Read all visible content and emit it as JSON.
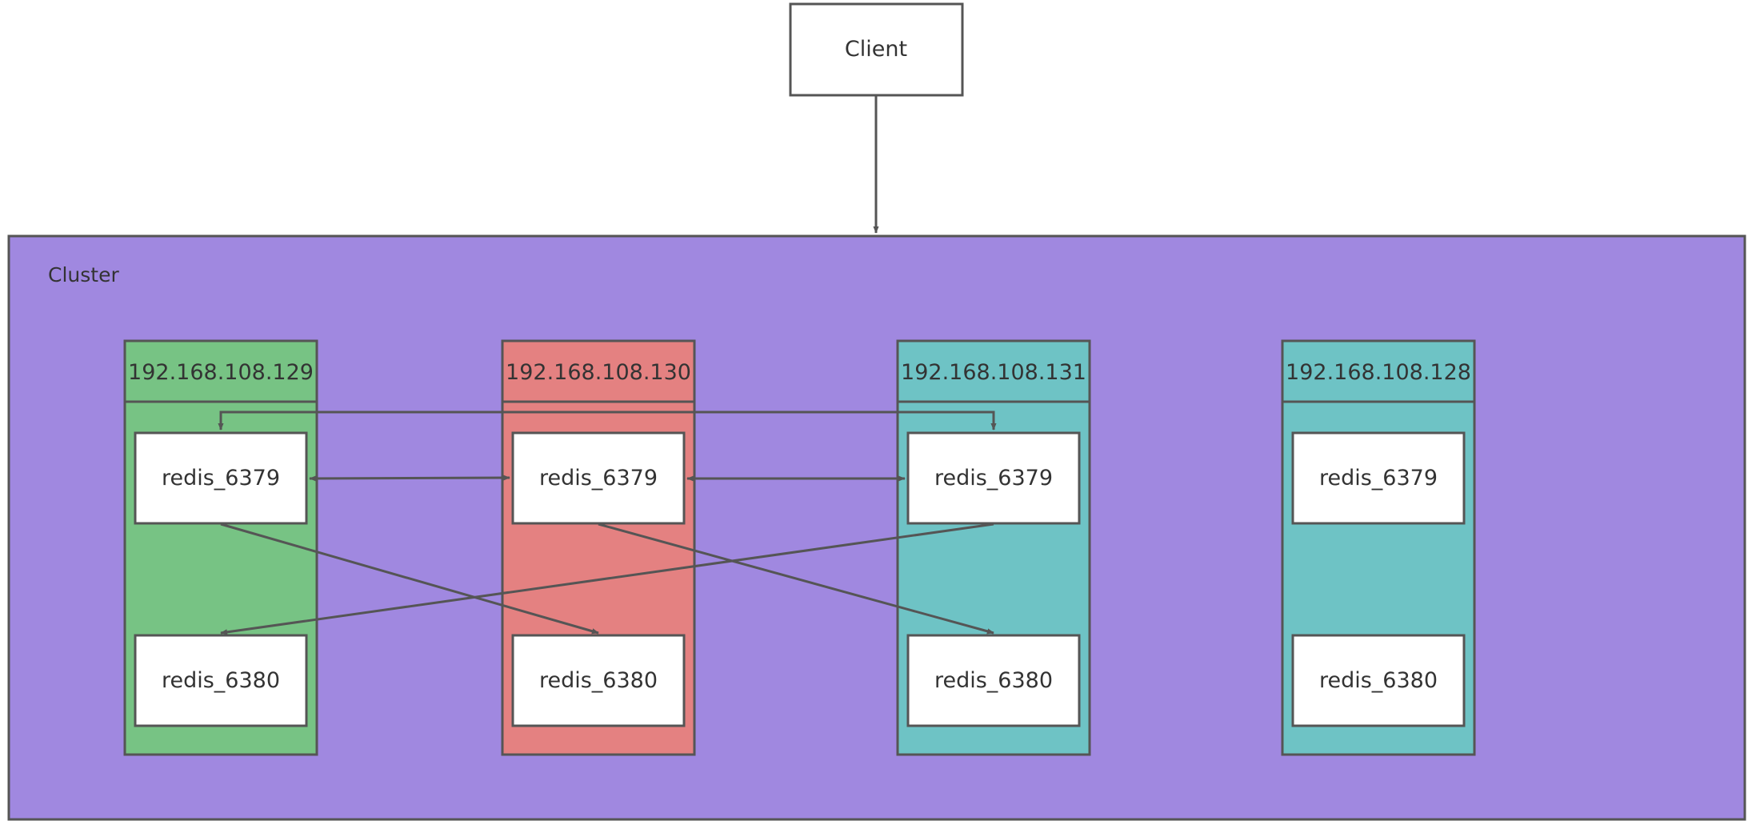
{
  "client": {
    "label": "Client"
  },
  "cluster": {
    "label": "Cluster",
    "color": "#a088e0"
  },
  "colors": {
    "stroke": "#555555",
    "node_green": "#77c384",
    "node_red": "#e48181",
    "node_teal": "#6ec3c5",
    "instance_fill": "#ffffff"
  },
  "hosts": [
    {
      "ip": "192.168.108.129",
      "color": "#77c384",
      "instances": [
        "redis_6379",
        "redis_6380"
      ]
    },
    {
      "ip": "192.168.108.130",
      "color": "#e48181",
      "instances": [
        "redis_6379",
        "redis_6380"
      ]
    },
    {
      "ip": "192.168.108.131",
      "color": "#6ec3c5",
      "instances": [
        "redis_6379",
        "redis_6380"
      ]
    },
    {
      "ip": "192.168.108.128",
      "color": "#6ec3c5",
      "instances": [
        "redis_6379",
        "redis_6380"
      ]
    }
  ],
  "edges": [
    {
      "from": "client",
      "to": "cluster",
      "direction": "forward"
    },
    {
      "from": "192.168.108.129/redis_6379",
      "to": "192.168.108.130/redis_6379",
      "direction": "both"
    },
    {
      "from": "192.168.108.130/redis_6379",
      "to": "192.168.108.131/redis_6379",
      "direction": "both"
    },
    {
      "from": "192.168.108.129/redis_6379",
      "to": "192.168.108.131/redis_6379",
      "direction": "both"
    },
    {
      "from": "192.168.108.129/redis_6379",
      "to": "192.168.108.130/redis_6380",
      "direction": "forward"
    },
    {
      "from": "192.168.108.130/redis_6379",
      "to": "192.168.108.131/redis_6380",
      "direction": "forward"
    },
    {
      "from": "192.168.108.131/redis_6379",
      "to": "192.168.108.129/redis_6380",
      "direction": "forward"
    }
  ]
}
